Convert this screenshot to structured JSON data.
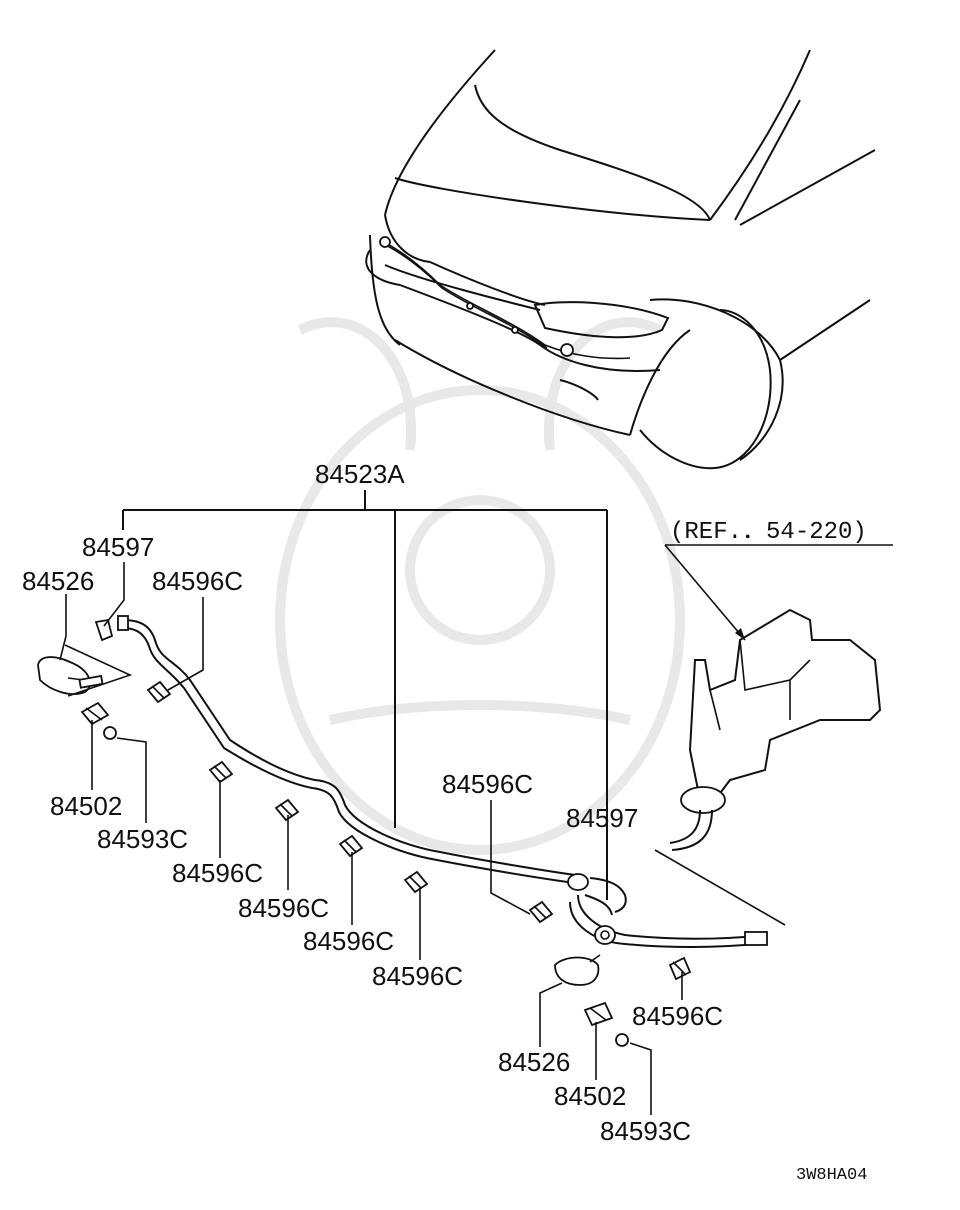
{
  "diagram": {
    "main_assembly_label": "84523A",
    "reference_label": "(REF.．54-220)",
    "drawing_code": "3W8HA04",
    "callouts": [
      {
        "id": "84597-left",
        "text": "84597"
      },
      {
        "id": "84526-left",
        "text": "84526"
      },
      {
        "id": "84596C-top",
        "text": "84596C"
      },
      {
        "id": "84502-left",
        "text": "84502"
      },
      {
        "id": "84593C-left",
        "text": "84593C"
      },
      {
        "id": "84596C-c1",
        "text": "84596C"
      },
      {
        "id": "84596C-c2",
        "text": "84596C"
      },
      {
        "id": "84596C-c3",
        "text": "84596C"
      },
      {
        "id": "84596C-c4",
        "text": "84596C"
      },
      {
        "id": "84596C-mid",
        "text": "84596C"
      },
      {
        "id": "84597-right",
        "text": "84597"
      },
      {
        "id": "84596C-right",
        "text": "84596C"
      },
      {
        "id": "84526-right",
        "text": "84526"
      },
      {
        "id": "84502-right",
        "text": "84502"
      },
      {
        "id": "84593C-right",
        "text": "84593C"
      }
    ]
  }
}
